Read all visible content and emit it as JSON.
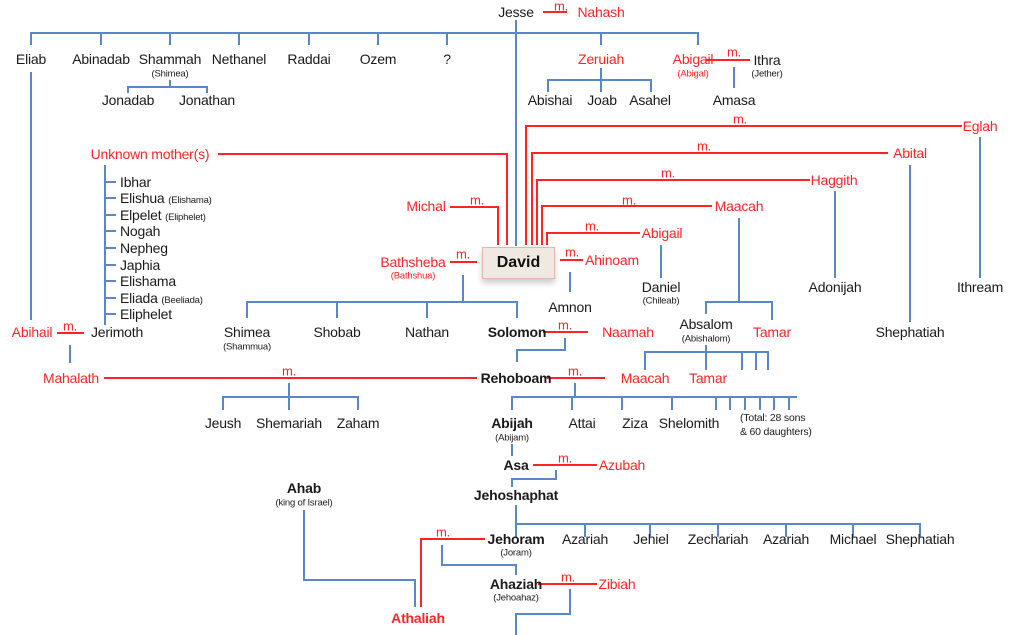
{
  "marriage_label": "m.",
  "people": {
    "jesse": "Jesse",
    "nahash": "Nahash",
    "eliab": "Eliab",
    "abinadab": "Abinadab",
    "shammah": "Shammah",
    "shammah_alt": "(Shimea)",
    "nethanel": "Nethanel",
    "raddai": "Raddai",
    "ozem": "Ozem",
    "unknown_son": "?",
    "zeruiah": "Zeruiah",
    "abigail_sister": "Abigail",
    "abigail_sister_alt": "(Abigal)",
    "ithra": "Ithra",
    "ithra_alt": "(Jether)",
    "jonadab": "Jonadab",
    "jonathan": "Jonathan",
    "abishai": "Abishai",
    "joab": "Joab",
    "asahel": "Asahel",
    "amasa": "Amasa",
    "unknown_mothers": "Unknown mother(s)",
    "ibhar": "Ibhar",
    "elishua": "Elishua",
    "elishua_alt": "(Elishama)",
    "elpelet": "Elpelet",
    "elpelet_alt": "(Eliphelet)",
    "nogah": "Nogah",
    "nepheg": "Nepheg",
    "japhia": "Japhia",
    "elishama": "Elishama",
    "eliada": "Eliada",
    "eliada_alt": "(Beeliada)",
    "eliphelet": "Eliphelet",
    "jerimoth": "Jerimoth",
    "abihail": "Abihail",
    "mahalath": "Mahalath",
    "eglah": "Eglah",
    "abital": "Abital",
    "haggith": "Haggith",
    "maacah_wife": "Maacah",
    "abigail_wife": "Abigail",
    "michal": "Michal",
    "bathsheba": "Bathsheba",
    "bathsheba_alt": "(Bathshua)",
    "david": "David",
    "ahinoam": "Ahinoam",
    "amnon": "Amnon",
    "daniel": "Daniel",
    "daniel_alt": "(Chileab)",
    "adonijah": "Adonijah",
    "ithream": "Ithream",
    "shephatiah_son": "Shephatiah",
    "absalom": "Absalom",
    "absalom_alt": "(Abishalom)",
    "tamar_daughter": "Tamar",
    "shimea": "Shimea",
    "shimea_alt": "(Shammua)",
    "shobab": "Shobab",
    "nathan": "Nathan",
    "solomon": "Solomon",
    "naamah": "Naamah",
    "rehoboam": "Rehoboam",
    "maacah_granddaughter": "Maacah",
    "tamar_granddaughter": "Tamar",
    "jeush": "Jeush",
    "shemariah": "Shemariah",
    "zaham": "Zaham",
    "abijah": "Abijah",
    "abijah_alt": "(Abijam)",
    "attai": "Attai",
    "ziza": "Ziza",
    "shelomith": "Shelomith",
    "total_line1": "(Total: 28 sons",
    "total_line2": "& 60 daughters)",
    "asa": "Asa",
    "azubah": "Azubah",
    "jehoshaphat": "Jehoshaphat",
    "jehoram": "Jehoram",
    "jehoram_alt": "(Joram)",
    "azariah1": "Azariah",
    "jehiel": "Jehiel",
    "zechariah": "Zechariah",
    "azariah2": "Azariah",
    "michael": "Michael",
    "shephatiah_jeh": "Shephatiah",
    "ahab": "Ahab",
    "ahab_alt": "(king of Israel)",
    "athaliah": "Athaliah",
    "ahaziah": "Ahaziah",
    "ahaziah_alt": "(Jehoahaz)",
    "zibiah": "Zibiah"
  },
  "colors": {
    "lineage": "#5a87c6",
    "marriage": "#ff2323",
    "david_box": "#efe9e1"
  }
}
